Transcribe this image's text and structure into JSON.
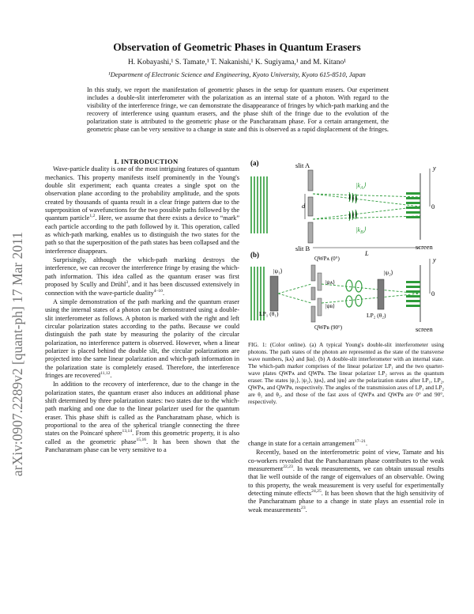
{
  "arxiv_id": "arXiv:0907.2289v2  [quant-ph]  17 Mar 2011",
  "title": "Observation of Geometric Phases in Quantum Erasers",
  "authors": "H. Kobayashi,¹ S. Tamate,¹ T. Nakanishi,¹ K. Sugiyama,¹ and M. Kitano¹",
  "affiliation": "¹Department of Electronic Science and Engineering, Kyoto University, Kyoto 615-8510, Japan",
  "abstract": "In this study, we report the manifestation of geometric phases in the setup for quantum erasers. Our experiment includes a double-slit interferometer with the polarization as an internal state of a photon. With regard to the visibility of the interference fringe, we can demonstrate the disappearance of fringes by which-path marking and the recovery of interference using quantum erasers, and the phase shift of the fringe due to the evolution of the polarization state is attributed to the geometric phase or the Pancharatnam phase. For a certain arrangement, the geometric phase can be very sensitive to a change in state and this is observed as a rapid displacement of the fringes.",
  "section_title": "I.   INTRODUCTION",
  "left_paragraphs": [
    [
      "Wave-particle duality is one of the most intriguing features of quantum mechanics. This property manifests itself prominently in the Young's double slit experiment; each quanta creates a single spot on the observation plane according to the probability amplitude, and the spots created by thousands of quanta result in a clear fringe pattern due to the superposition of wavefunctions for the two possible paths followed by the quantum particle",
      "1,2",
      ". Here, we assume that there exists a device to “mark” each particle according to the path followed by it. This operation, called as which-path marking, enables us to distinguish the two states for the path so that the superposition of the path states has been collapsed and the interference disappears."
    ],
    [
      "Surprisingly, although the which-path marking destroys the interference, we can recover the interference fringe by erasing the which-path information. This idea called as the quantum eraser was first proposed by Scully and Drühl",
      "3",
      ", and it has been discussed extensively in connection with the wave-particle duality",
      "4–10",
      "."
    ],
    [
      "A simple demonstration of the path marking and the quantum eraser using the internal states of a photon can be demonstrated using a double-slit interferometer as follows. A photon is marked with the right and left circular polarization states according to the paths. Because we could distinguish the path state by measuring the polarity of the circular polarization, no interference pattern is observed. However, when a linear polarizer is placed behind the double slit, the circular polarizations are projected into the same linear polarization and which-path information in the polarization state is completely erased. Therefore, the interference fringes are recovered",
      "11,12",
      "."
    ],
    [
      "In addition to the recovery of interference, due to the change in the polarization states, the quantum eraser also induces an additional phase shift determined by three polarization states: two states due to the which-path marking and one due to the linear polarizer used for the quantum eraser. This phase shift is called as the Pancharatnam phase, which is proportional to the area of the spherical triangle connecting the three states on the Poincaré sphere",
      "13,14",
      ". From this geometric property, it is also called as the geometric phase",
      "15,16",
      ". It has been shown that the Pancharatnam phase can be very sensitive to a"
    ]
  ],
  "right_paragraphs": [
    [
      "change in state for a certain arrangement",
      "17–21",
      "."
    ],
    [
      "Recently, based on the interferometric point of view, Tamate and his co-workers revealed that the Pancharatnam phase contributes to the weak measurement",
      "22,23",
      ". In weak measurements, we can obtain unusual results that lie well outside of the range of eigenvalues of an observable. Owing to this property, the weak measurement is very useful for experimentally detecting minute effects",
      "24,25",
      ". It has been shown that the high sensitivity of the Pancharatnam phase to a change in state plays an essential role in weak measurements",
      "23",
      "."
    ]
  ],
  "figure": {
    "panel_a": "(a)",
    "panel_b": "(b)",
    "slit_a": "slit A",
    "slit_b": "slit B",
    "d": "d",
    "L": "L",
    "screen": "screen",
    "ka": "|k",
    "ka_sub": "A",
    "kb": "|k",
    "kb_sub": "B",
    "y": "y",
    "zero": "0",
    "psi1": "|ψ₁⟩",
    "psi2": "|ψ₂⟩",
    "psiA": "|ψᴀ⟩",
    "psiB": "|ψʙ⟩",
    "lp1": "LP₁ (θ₁)",
    "lp2": "LP₂ (θ₂)",
    "qwpa": "QWPᴀ (0°)",
    "qwpb": "QWPʙ (90°)"
  },
  "caption": "FIG. 1: (Color online). (a) A typical Young's double-slit interferometer using photons. The path states of the photon are represented as the state of the transverse wave numbers, |kᴀ⟩ and |kʙ⟩. (b) A double-slit interferometer with an internal state. The which-path marker comprises of the linear polarizer LP₁ and the two quarter-wave plates QWPᴀ and QWPʙ. The linear polarizer LP₂ serves as the quantum eraser. The states |ψ₁⟩, |ψ₂⟩, |ψᴀ⟩, and |ψʙ⟩ are the polarization states after LP₁, LP₂, QWPᴀ, and QWPʙ, respectively. The angles of the transmission axes of LP₁ and LP₂ are θ₁ and θ₂, and those of the fast axes of QWPᴀ and QWPʙ are 0° and 90°, respectively.",
  "colors": {
    "green": "#2e9b3a",
    "dark_green": "#1f6f2a",
    "ink": "#111111",
    "gray": "#999999"
  }
}
